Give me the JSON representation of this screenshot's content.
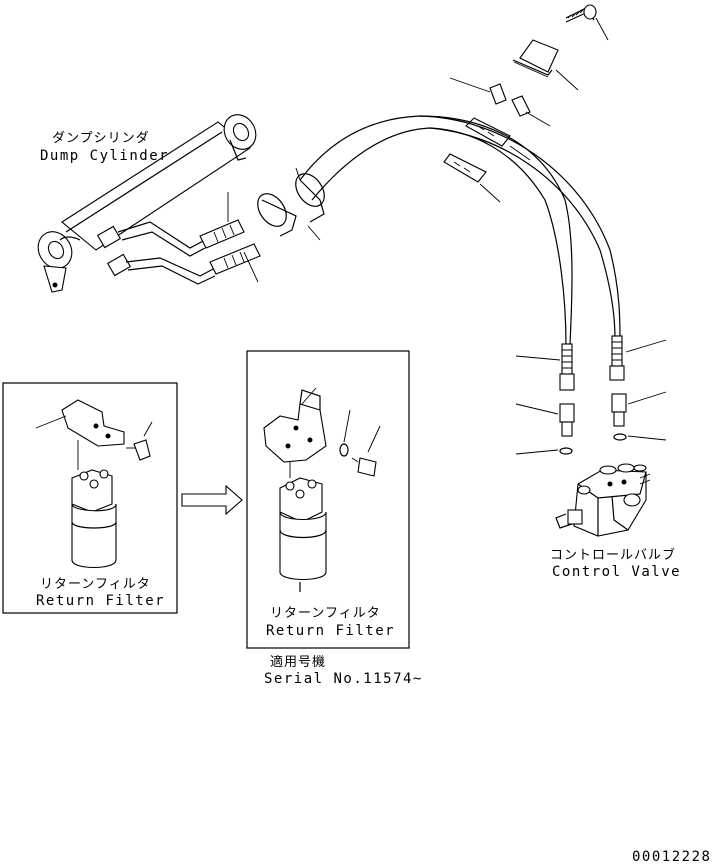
{
  "labels": {
    "dump_cylinder_jp": "ダンプシリンダ",
    "dump_cylinder_en": "Dump Cylinder",
    "return_filter_old_jp": "リターンフィルタ",
    "return_filter_old_en": "Return Filter",
    "return_filter_new_jp": "リターンフィルタ",
    "return_filter_new_en": "Return Filter",
    "serial_jp": "適用号機",
    "serial_en": "Serial No.11574~",
    "control_valve_jp": "コントロールバルブ",
    "control_valve_en": "Control Valve",
    "drawing_number": "00012228"
  }
}
